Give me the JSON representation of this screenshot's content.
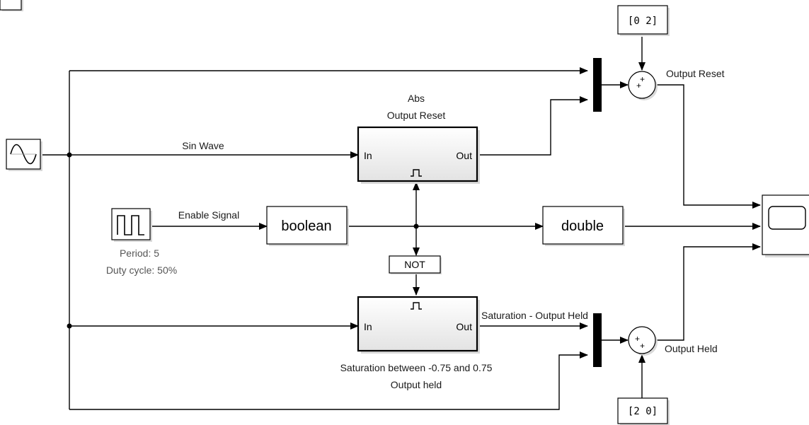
{
  "signals": {
    "sin_wave": "Sin Wave",
    "enable_signal": "Enable Signal",
    "output_reset": "Output Reset",
    "saturation_output_held": "Saturation - Output Held",
    "output_held": "Output Held"
  },
  "pulse_generator": {
    "period": "Period: 5",
    "duty_cycle": "Duty cycle: 50%"
  },
  "blocks": {
    "boolean": "boolean",
    "double": "double",
    "not": "NOT"
  },
  "subsystem_top": {
    "title_line1": "Abs",
    "title_line2": "Output Reset",
    "in_port": "In",
    "out_port": "Out",
    "enable_glyph": "⎍"
  },
  "subsystem_bottom": {
    "caption_line1": "Saturation between -0.75 and 0.75",
    "caption_line2": "Output held",
    "in_port": "In",
    "out_port": "Out",
    "enable_glyph": "⎍"
  },
  "constants": {
    "top": "[0  2]",
    "bottom": "[2  0]"
  },
  "sum_signs": {
    "top": "++",
    "bottom": "++"
  }
}
